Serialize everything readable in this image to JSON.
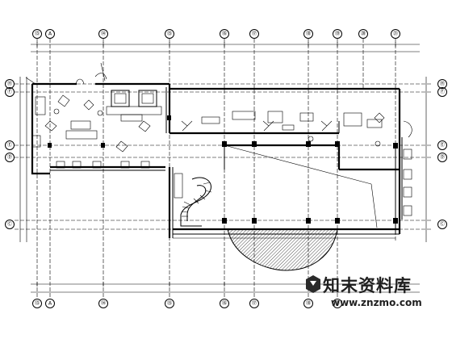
{
  "drawing": {
    "col_labels_top": [
      "⑬",
      "⑭",
      "⑮",
      "⑯",
      "⑰",
      "⑱",
      "⑲",
      "⑳",
      "㉑"
    ],
    "col_labels_bottom": [
      "⑬",
      "⑭",
      "⑮",
      "⑯",
      "⑰",
      "⑱",
      "⑲"
    ],
    "row_labels_left": [
      "Ⓗ",
      "Ⓕ",
      "Ⓔ",
      "Ⓓ",
      "Ⓒ"
    ],
    "row_labels_right": [
      "Ⓗ",
      "Ⓕ",
      "Ⓔ",
      "Ⓓ",
      "Ⓒ"
    ]
  },
  "watermark": {
    "brand_cn": "知末资料库",
    "url": "www.znzmo.com"
  }
}
